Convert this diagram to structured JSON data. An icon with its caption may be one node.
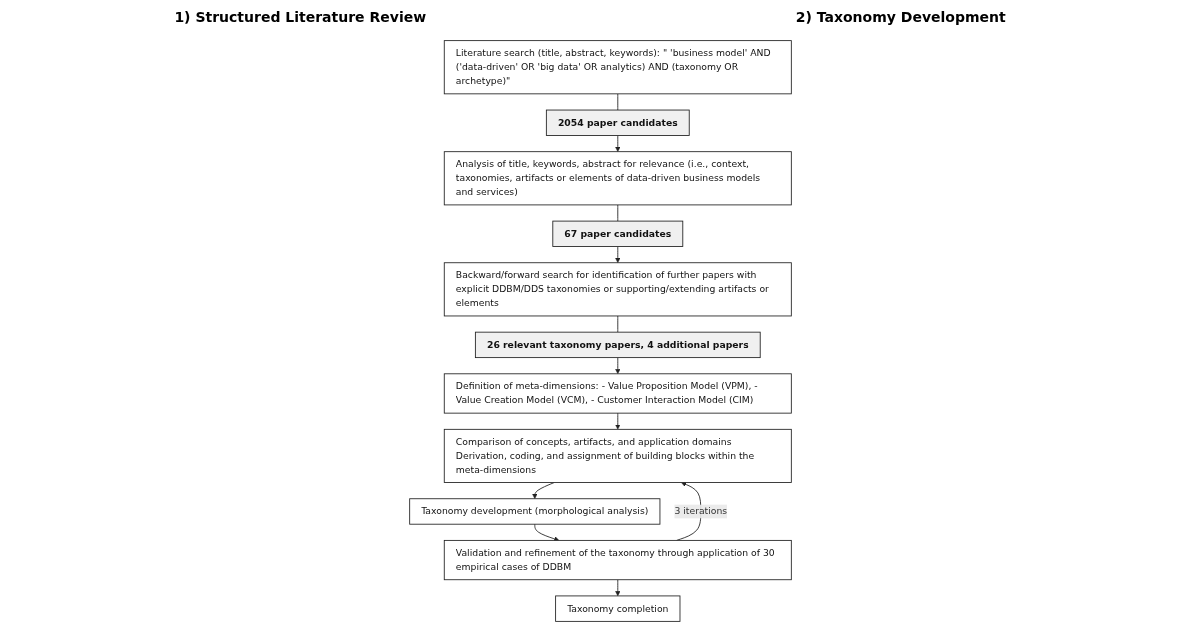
{
  "diagram": {
    "nodes": [
      {
        "text": [
          "Literature search (title, abstract, keywords): \" 'business model' AND ('data-driven' OR 'big data' OR analytics) AND (taxonomy OR archetype)\""
        ]
      },
      {
        "text": [
          "2054 paper candidates"
        ]
      },
      {
        "text": [
          "Analysis of title, keywords, abstract for relevance (i.e., context, taxonomies, artifacts or elements of data-driven business models and services)"
        ]
      },
      {
        "text": [
          "67 paper candidates"
        ]
      },
      {
        "text": [
          "Backward/forward search for identification of further papers with explicit DDBM/DDS taxonomies or supporting/extending artifacts or elements"
        ]
      },
      {
        "text": [
          "26 relevant taxonomy papers, 4 additional papers"
        ]
      },
      {
        "text": [
          "Definition of meta-dimensions: - Value Proposition Model (VPM), - Value Creation Model (VCM), - Customer Interaction Model (CIM)"
        ]
      },
      {
        "text": [
          "Comparison of concepts, artifacts, and application domains",
          "Derivation, coding, and assignment of building blocks within the meta-dimensions"
        ]
      },
      {
        "text": [
          "Taxonomy development (morphological analysis)"
        ]
      },
      {
        "text": [
          "Validation and refinement of the taxonomy through application of 30 empirical cases of DDBM"
        ]
      },
      {
        "text": [
          "Taxonomy completion"
        ]
      }
    ],
    "edges": [
      {
        "from": 0,
        "to": 1,
        "arrow": "none"
      },
      {
        "from": 1,
        "to": 2,
        "arrow": "to"
      },
      {
        "from": 2,
        "to": 3,
        "arrow": "none"
      },
      {
        "from": 3,
        "to": 4,
        "arrow": "to"
      },
      {
        "from": 4,
        "to": 5,
        "arrow": "none"
      },
      {
        "from": 5,
        "to": 6,
        "arrow": "to"
      },
      {
        "from": 6,
        "to": 7,
        "arrow": "to"
      },
      {
        "from": 7,
        "to": 8,
        "arrow": "to"
      },
      {
        "from": 8,
        "to": 9,
        "arrow": "to"
      },
      {
        "from": 9,
        "to": 7,
        "arrow": "to",
        "label": "3 iterations"
      },
      {
        "from": 9,
        "to": 10,
        "arrow": "to"
      }
    ],
    "labels": [
      "1) Structured Literature Review",
      "2) Taxonomy Development"
    ]
  }
}
